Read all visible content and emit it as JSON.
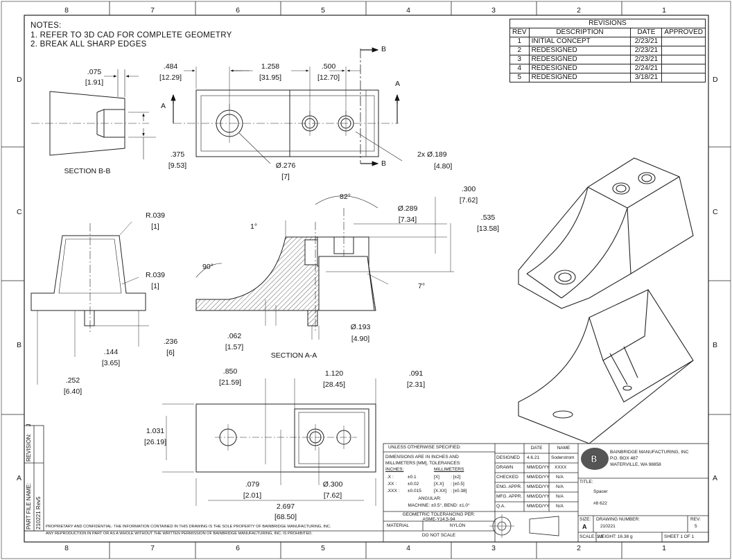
{
  "border": {
    "cols_top": [
      "8",
      "7",
      "6",
      "5",
      "4",
      "3",
      "2",
      "1"
    ],
    "rows_side": [
      "D",
      "C",
      "B",
      "A"
    ]
  },
  "notes": {
    "title": "NOTES:",
    "items": [
      "1.  REFER TO 3D CAD FOR COMPLETE GEOMETRY",
      "2.  BREAK ALL SHARP EDGES"
    ]
  },
  "revisions": {
    "title": "REVISIONS",
    "headers": [
      "REV",
      "DESCRIPTION",
      "DATE",
      "APPROVED"
    ],
    "rows": [
      [
        "1",
        "INITIAL CONCEPT",
        "2/23/21",
        ""
      ],
      [
        "2",
        "REDESIGNED",
        "2/23/21",
        ""
      ],
      [
        "3",
        "REDESIGNED",
        "2/23/21",
        ""
      ],
      [
        "4",
        "REDESIGNED",
        "2/24/21",
        ""
      ],
      [
        "5",
        "REDESIGNED",
        "3/18/21",
        ""
      ]
    ]
  },
  "dims": {
    "d075": ".075",
    "d075m": "[1.91]",
    "d484": ".484",
    "d484m": "[12.29]",
    "d1258": "1.258",
    "d1258m": "[31.95]",
    "d500": ".500",
    "d500m": "[12.70]",
    "d375": ".375",
    "d375m": "[9.53]",
    "d276": "Ø.276",
    "d276m": "[7]",
    "d189": "2x Ø.189",
    "d189m": "[4.80]",
    "section_bb": "SECTION B-B",
    "r039a": "R.039",
    "r039am": "[1]",
    "r039b": "R.039",
    "r039bm": "[1]",
    "d144": ".144",
    "d144m": "[3.65]",
    "d236": ".236",
    "d236m": "[6]",
    "d252": ".252",
    "d252m": "[6.40]",
    "a82": "82°",
    "a1": "1°",
    "a90": "90°",
    "a7": "7°",
    "d289": "Ø.289",
    "d289m": "[7.34]",
    "d300a": ".300",
    "d300am": "[7.62]",
    "d535": ".535",
    "d535m": "[13.58]",
    "d062": ".062",
    "d062m": "[1.57]",
    "d193": "Ø.193",
    "d193m": "[4.90]",
    "section_aa": "SECTION A-A",
    "d850": ".850",
    "d850m": "[21.59]",
    "d1120": "1.120",
    "d1120m": "[28.45]",
    "d091": ".091",
    "d091m": "[2.31]",
    "d1031": "1.031",
    "d1031m": "[26.19]",
    "d079": ".079",
    "d079m": "[2.01]",
    "d300b": "Ø.300",
    "d300bm": "[7.62]",
    "d2697": "2.697",
    "d2697m": "[68.50]",
    "label_a": "A",
    "label_b": "B"
  },
  "side_block": {
    "revision_label": "REVISION:",
    "revision_value": "J",
    "file_label": "PART FILE NAME:",
    "file_value": "210221 Rev5"
  },
  "title_block": {
    "spec_title": "UNLESS OTHERWISE SPECIFIED:",
    "spec_lines": [
      "DIMENSIONS ARE IN INCHES AND",
      "MILLIMETERS [MM], TOLERANCES:"
    ],
    "tol_head_in": "INCHES:",
    "tol_head_mm": "MILLIMETERS",
    "tol_rows": [
      [
        ".X :",
        "±0.1",
        "[X]",
        ": [±2]"
      ],
      [
        ".XX :",
        "±0.02",
        "[X.X]",
        ": [±0.5]"
      ],
      [
        ".XXX :",
        "±0.015",
        "[X.XX]",
        ": [±0.38]"
      ]
    ],
    "angular_label": "ANGULAR:",
    "angular_value": "MACHINE: ±0.5°, BEND: ±1.0°",
    "gdt_line1": "GEOMETRIC TOLERANCING PER:",
    "gdt_line2": "ASME-Y14.5-94",
    "material_label": "MATERIAL",
    "material_value": "NYLON",
    "do_not_scale": "DO NOT SCALE",
    "col_date": "DATE",
    "col_name": "NAME",
    "rows": [
      [
        "DESIGNED",
        "4.6.21",
        "Soderstrom"
      ],
      [
        "DRAWN",
        "MM/DD/YY",
        "XXXX"
      ],
      [
        "CHECKED",
        "MM/DD/YY",
        "N/A"
      ],
      [
        "ENG. APPR.",
        "MM/DD/YY",
        "N/A"
      ],
      [
        "MFG. APPR.",
        "MM/DD/YY",
        "N/A"
      ],
      [
        "Q.A.",
        "MM/DD/YY",
        "N/A"
      ]
    ],
    "company_lines": [
      "BAINBRIDGE MANUFACTURING, INC",
      "P.O. BOX 487",
      "WATERVILLE, WA 98858"
    ],
    "title_label": "TITLE:",
    "title_value": "Spacer",
    "title_number": "#8 622",
    "size_label": "SIZE:",
    "size_value": "A",
    "dwg_label": "DRAWING NUMBER:",
    "dwg_value": "210221",
    "rev_label": "REV:",
    "rev_value": "5",
    "scale": "SCALE: 1:1",
    "weight": "WEIGHT: 16.38 g",
    "sheet": "SHEET 1 OF 1",
    "proprietary_1": "PROPRIETARY AND CONFIDENTIAL: THE INFORMATION CONTAINED IN THIS DRAWING IS THE SOLE PROPERTY OF BAINBRIDGE MANUFACTURING, INC.",
    "proprietary_2": "ANY REPRODUCTION IN PART OR AS A WHOLE WITHOUT THE WRITTEN PERMISSION OF BAINBRIDGE MANUFACTURING, INC. IS PROHIBITED."
  }
}
